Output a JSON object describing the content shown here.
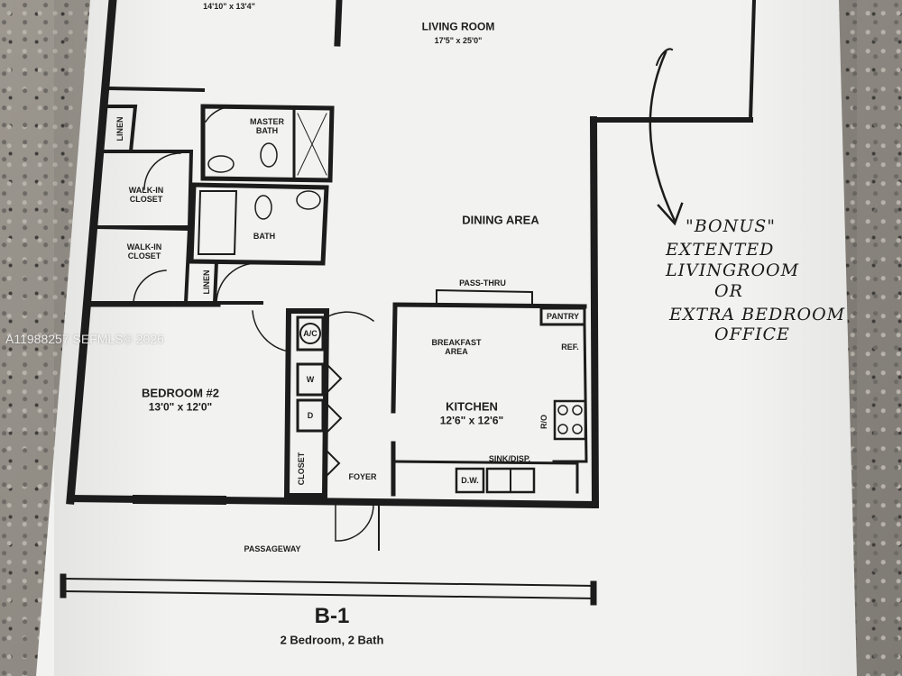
{
  "rooms": {
    "master_bedroom_dims": "14'10\" x 13'4\"",
    "living_room_name": "LIVING ROOM",
    "living_room_dims": "17'5\" x 25'0\"",
    "master_bath": "MASTER BATH",
    "linen_1": "LINEN",
    "linen_2": "LINEN",
    "walk_in_closet_1": "WALK-IN CLOSET",
    "walk_in_closet_2": "WALK-IN CLOSET",
    "bath": "BATH",
    "dining_area": "DINING AREA",
    "pass_thru": "PASS-THRU",
    "pantry": "PANTRY",
    "breakfast_area": "BREAKFAST AREA",
    "ref": "REF.",
    "ac": "A/C",
    "washer": "W",
    "dryer": "D",
    "bedroom2_name": "BEDROOM #2",
    "bedroom2_dims": "13'0\" x 12'0\"",
    "kitchen_name": "KITCHEN",
    "kitchen_dims": "12'6\" x 12'6\"",
    "range": "R/O",
    "sink": "SINK/DISP.",
    "dishwasher": "D.W.",
    "closet": "CLOSET",
    "foyer": "FOYER",
    "passageway": "PASSAGEWAY"
  },
  "plan_title": {
    "unit": "B-1",
    "subtitle": "2 Bedroom, 2 Bath"
  },
  "handwritten_note": {
    "line1": "\"BONUS\"",
    "line2": "EXTENTED",
    "line3": "LIVINGROOM",
    "line4": "OR",
    "line5": "EXTRA BEDROOM",
    "line6": "OFFICE"
  },
  "watermark": "A11988257 SEFMLS© 2026",
  "colors": {
    "wall": "#1c1c1c",
    "paper": "#f2f2f0",
    "countertop": "#8f8b84"
  }
}
